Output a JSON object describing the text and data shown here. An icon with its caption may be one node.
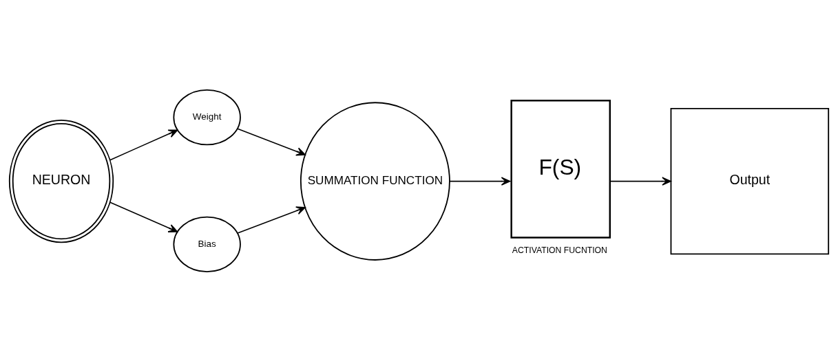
{
  "diagram": {
    "nodes": [
      {
        "text": [
          "NEURON"
        ]
      },
      {
        "text": [
          "Weight"
        ]
      },
      {
        "text": [
          "Bias"
        ]
      },
      {
        "text": [
          "SUMMATION FUNCTION"
        ]
      },
      {
        "text": [
          "F(S)"
        ],
        "beside": [
          "ACTIVATION FUCNTION"
        ]
      },
      {
        "text": [
          "Output"
        ]
      }
    ],
    "edges": [
      {
        "from": 0,
        "to": 1,
        "arrow": "to"
      },
      {
        "from": 0,
        "to": 2,
        "arrow": "to"
      },
      {
        "from": 1,
        "to": 3,
        "arrow": "to"
      },
      {
        "from": 2,
        "to": 3,
        "arrow": "to"
      },
      {
        "from": 3,
        "to": 4,
        "arrow": "to"
      },
      {
        "from": 4,
        "to": 5,
        "arrow": "to"
      }
    ]
  }
}
